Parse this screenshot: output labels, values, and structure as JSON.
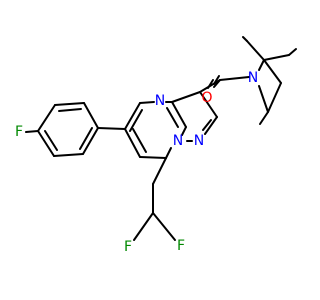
{
  "structure": {
    "colors": {
      "bond": "#000000",
      "N": "#0000ff",
      "O": "#ff0000",
      "F": "#008800",
      "background": "#ffffff"
    },
    "atoms": {
      "n_pyrimidine": "N",
      "n_bridge": "N",
      "n_pyrazole": "N",
      "n_indoline": "N",
      "o_carbonyl": "O",
      "f_aryl": "F",
      "f_left": "F",
      "f_right": "F"
    }
  }
}
